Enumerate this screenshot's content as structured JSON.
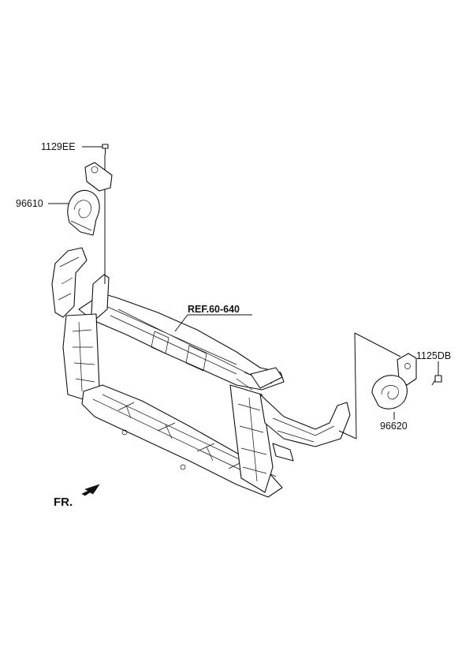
{
  "labels": {
    "bolt_left": "1129EE",
    "horn_left": "96610",
    "reference": "REF.60-640",
    "bolt_right": "1125DB",
    "horn_right": "96620",
    "front": "FR."
  },
  "colors": {
    "line": "#111111",
    "background": "#ffffff"
  },
  "icons": {
    "front_direction": "arrow-icon"
  }
}
